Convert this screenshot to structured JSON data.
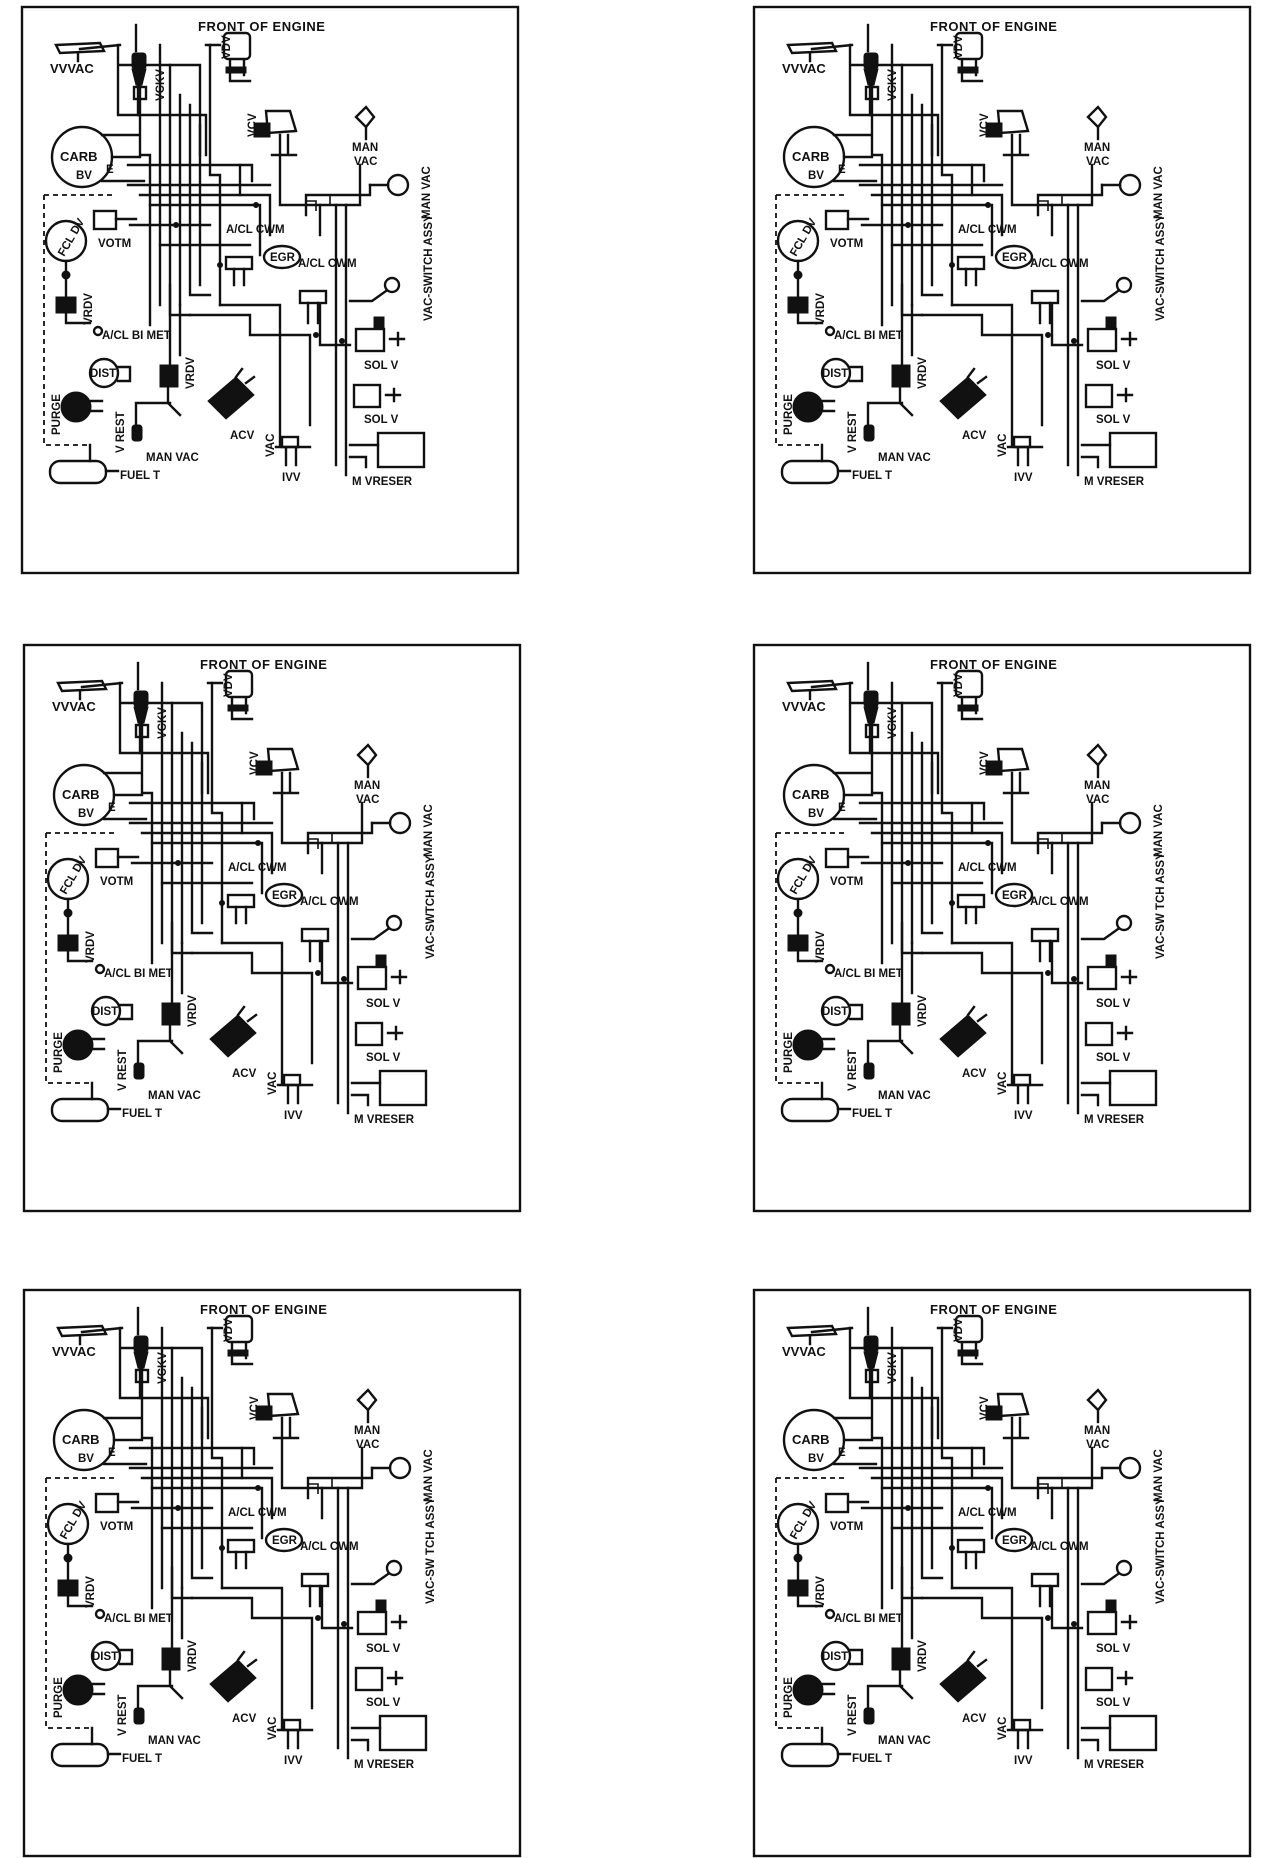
{
  "diagrams": [
    {
      "title": "FRONT OF ENGINE",
      "labels": {
        "vvvac": "VVVAC",
        "vckv": "VCKV",
        "vdv": "VDV",
        "vcv": "VCV",
        "carb": "CARB",
        "bv": "BV",
        "e": "E",
        "man_vac": "MAN VAC",
        "man": "MAN",
        "vac": "VAC",
        "vac_man_vac": "MAN VAC",
        "fcl_dv": "FCL DV",
        "votm": "VOTM",
        "egr": "EGR",
        "acl_cwm_1": "A/CL CWM",
        "acl_cwm_2": "A/CL CWM",
        "vac_switch_assy": "VAC-SWITCH ASSY",
        "vrdv_1": "VRDV",
        "vrdv_2": "VRDV",
        "acl_bimet": "A/CL BI MET",
        "dist": "DIST",
        "purge": "PURGE",
        "acv": "ACV",
        "sol_v_1": "SOL V",
        "sol_v_2": "SOL V",
        "vrest": "V REST",
        "man_vac_lower": "MAN VAC",
        "fuel_t": "FUEL T",
        "vac_ivv": "VAC",
        "ivv": "IVV",
        "m_vreser": "M VRESER"
      }
    },
    {
      "title": "FRONT OF ENGINE",
      "labels": {
        "vvvac": "VVVAC",
        "vckv": "VCKV",
        "vdv": "VDV",
        "vcv": "VCV",
        "carb": "CARB",
        "bv": "BV",
        "e": "E",
        "man_vac": "MAN VAC",
        "man": "MAN",
        "vac": "VAC",
        "vac_man_vac": "MAN VAC",
        "fcl_dv": "FCL DV",
        "votm": "VOTM",
        "egr": "EGR",
        "acl_cwm_1": "A/CL CWM",
        "acl_cwm_2": "A/CL CWM",
        "vac_switch_assy": "VAC-SWITCH ASSY",
        "vrdv_1": "VRDV",
        "vrdv_2": "VRDV",
        "acl_bimet": "A/CL BI MET",
        "dist": "DIST",
        "purge": "PURGE",
        "acv": "ACV",
        "sol_v_1": "SOL V",
        "sol_v_2": "SOL V",
        "vrest": "V REST",
        "man_vac_lower": "MAN VAC",
        "fuel_t": "FUEL T",
        "vac_ivv": "VAC",
        "ivv": "IVV",
        "m_vreser": "M VRESER"
      }
    },
    {
      "title": "FRONT OF ENGINE",
      "labels": {
        "vvvac": "VVVAC",
        "vckv": "VCKV",
        "vdv": "VDV",
        "vcv": "VCV",
        "carb": "CARB",
        "bv": "BV",
        "e": "E",
        "man_vac": "MAN VAC",
        "man": "MAN",
        "vac": "VAC",
        "vac_man_vac": "MAN VAC",
        "fcl_dv": "FCL DV",
        "votm": "VOTM",
        "egr": "EGR",
        "acl_cwm_1": "A/CL CWM",
        "acl_cwm_2": "A/CL CWM",
        "vac_switch_assy": "VAC-SWTCH ASSY",
        "vrdv_1": "VRDV",
        "vrdv_2": "VRDV",
        "acl_bimet": "A/CL BI MET",
        "dist": "DIST",
        "purge": "PURGE",
        "acv": "ACV",
        "sol_v_1": "SOL V",
        "sol_v_2": "SOL V",
        "vrest": "V REST",
        "man_vac_lower": "MAN VAC",
        "fuel_t": "FUEL T",
        "vac_ivv": "VAC",
        "ivv": "IVV",
        "m_vreser": "M VRESER"
      }
    },
    {
      "title": "FRONT OF ENGINE",
      "labels": {
        "vvvac": "VVVAC",
        "vckv": "VCKV",
        "vdv": "VDV",
        "vcv": "VCV",
        "carb": "CARB",
        "bv": "BV",
        "e": "E",
        "man_vac": "MAN VAC",
        "man": "MAN",
        "vac": "VAC",
        "vac_man_vac": "MAN VAC",
        "fcl_dv": "FCL DV",
        "votm": "VOTM",
        "egr": "EGR",
        "acl_cwm_1": "A/CL CWM",
        "acl_cwm_2": "A/CL CWM",
        "vac_switch_assy": "VAC-SW TCH ASSY",
        "vrdv_1": "VRDV",
        "vrdv_2": "VRDV",
        "acl_bimet": "A/CL BI MET",
        "dist": "DIST",
        "purge": "PURGE",
        "acv": "ACV",
        "sol_v_1": "SOL V",
        "sol_v_2": "SOL V",
        "vrest": "V REST",
        "man_vac_lower": "MAN VAC",
        "fuel_t": "FUEL T",
        "vac_ivv": "VAC",
        "ivv": "IVV",
        "m_vreser": "M VRESER"
      }
    },
    {
      "title": "FRONT OF ENGINE",
      "labels": {
        "vvvac": "VVVAC",
        "vckv": "VCKV",
        "vdv": "VDV",
        "vcv": "VCV",
        "carb": "CARB",
        "bv": "BV",
        "e": "E",
        "man_vac": "MAN VAC",
        "man": "MAN",
        "vac": "VAC",
        "vac_man_vac": "MAN VAC",
        "fcl_dv": "FCL DV",
        "votm": "VOTM",
        "egr": "EGR",
        "acl_cwm_1": "A/CL CWM",
        "acl_cwm_2": "A/CL CWM",
        "vac_switch_assy": "VAC-SW TCH ASSY",
        "vrdv_1": "VRDV",
        "vrdv_2": "VRDV",
        "acl_bimet": "A/CL BI MET",
        "dist": "DIST",
        "purge": "PURGE",
        "acv": "ACV",
        "sol_v_1": "SOL V",
        "sol_v_2": "SOL V",
        "vrest": "V REST",
        "man_vac_lower": "MAN VAC",
        "fuel_t": "FUEL T",
        "vac_ivv": "VAC",
        "ivv": "IVV",
        "m_vreser": "M VRESER"
      }
    },
    {
      "title": "FRONT OF ENGINE",
      "labels": {
        "vvvac": "VVVAC",
        "vckv": "VCKV",
        "vdv": "VDV",
        "vcv": "VCV",
        "carb": "CARB",
        "bv": "BV",
        "e": "E",
        "man_vac": "MAN VAC",
        "man": "MAN",
        "vac": "VAC",
        "vac_man_vac": "MAN VAC",
        "fcl_dv": "FCL DV",
        "votm": "VOTM",
        "egr": "EGR",
        "acl_cwm_1": "A/CL CWM",
        "acl_cwm_2": "A/CL CWM",
        "vac_switch_assy": "VAC-SWITCH ASSY",
        "vrdv_1": "VRDV",
        "vrdv_2": "VRDV",
        "acl_bimet": "A/CL BI MET",
        "dist": "DIST",
        "purge": "PURGE",
        "acv": "ACV",
        "sol_v_1": "SOL V",
        "sol_v_2": "SOL V",
        "vrest": "V REST",
        "man_vac_lower": "MAN VAC",
        "fuel_t": "FUEL T",
        "vac_ivv": "VAC",
        "ivv": "IVV",
        "m_vreser": "M VRESER"
      }
    }
  ]
}
